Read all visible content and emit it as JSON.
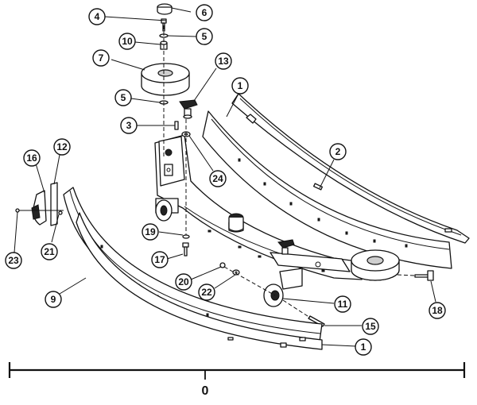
{
  "callouts": [
    {
      "label": "1"
    },
    {
      "label": "1"
    },
    {
      "label": "2"
    },
    {
      "label": "3"
    },
    {
      "label": "4"
    },
    {
      "label": "5"
    },
    {
      "label": "5"
    },
    {
      "label": "6"
    },
    {
      "label": "7"
    },
    {
      "label": "9"
    },
    {
      "label": "10"
    },
    {
      "label": "11"
    },
    {
      "label": "12"
    },
    {
      "label": "13"
    },
    {
      "label": "15"
    },
    {
      "label": "16"
    },
    {
      "label": "17"
    },
    {
      "label": "18"
    },
    {
      "label": "19"
    },
    {
      "label": "20"
    },
    {
      "label": "21"
    },
    {
      "label": "22"
    },
    {
      "label": "23"
    },
    {
      "label": "24"
    }
  ],
  "dimension": {
    "label": "0"
  }
}
